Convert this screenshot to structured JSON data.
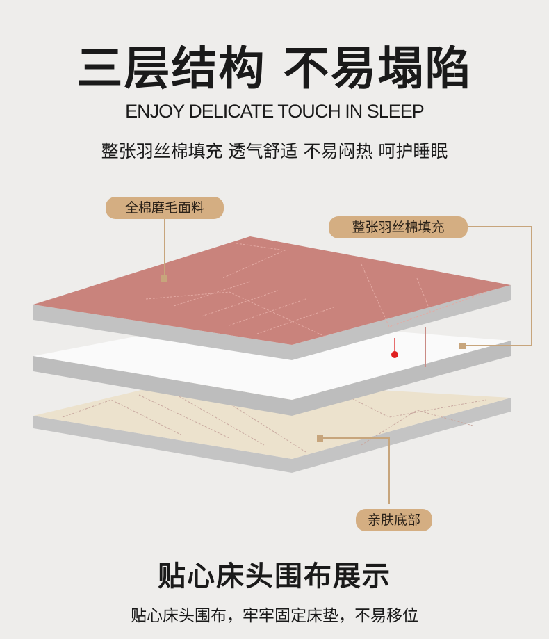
{
  "header": {
    "title": "三层结构 不易塌陷",
    "subtitle_en": "ENJOY DELICATE TOUCH IN SLEEP",
    "subtitle_cn": "整张羽丝棉填充 透气舒适 不易闷热 呵护睡眠"
  },
  "labels": {
    "top_layer": "全棉磨毛面料",
    "middle_layer": "整张羽丝棉填充",
    "bottom_layer": "亲肤底部"
  },
  "colors": {
    "background": "#eeedeb",
    "label": "#d4ae82",
    "pink_fabric": "#c9837c",
    "cream_fabric": "#ece2cd",
    "filling": "#fafafa",
    "edge": "#bdbdbd"
  },
  "footer": {
    "title": "贴心床头围布展示",
    "subtitle": "贴心床头围布，牢牢固定床垫，不易移位"
  }
}
